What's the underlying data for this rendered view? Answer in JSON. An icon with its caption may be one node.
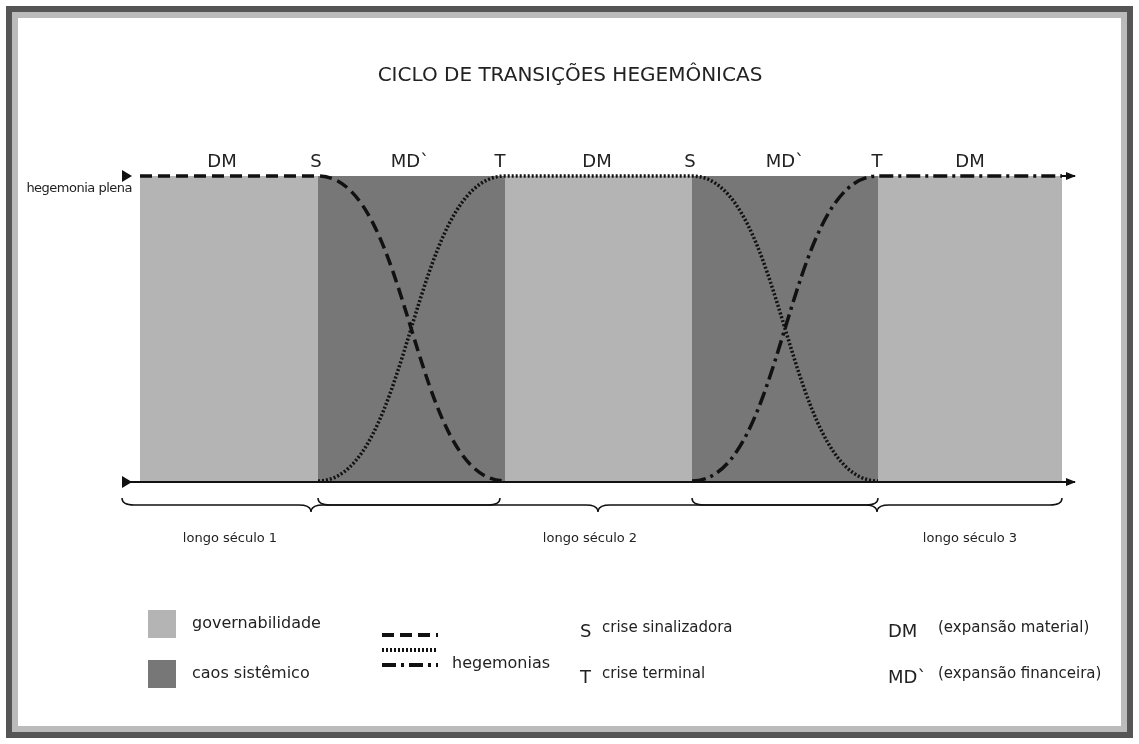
{
  "diagram": {
    "title": "CICLO DE TRANSIÇÕES HEGEMÔNICAS",
    "labels": [
      "DM",
      "S",
      "MD`",
      "T",
      "DM",
      "S",
      "MD`",
      "T",
      "DM",
      "hegemonia plena",
      "longo século 1",
      "longo século 2",
      "longo século 3",
      "S",
      "crise sinalizadora",
      "DM",
      "(expansão material)",
      "T",
      "crise terminal",
      "MD`",
      "(expansão financeira)"
    ],
    "legend": [
      {
        "text": "governabilidade",
        "color": "#b4b4b4"
      },
      {
        "text": "caos sistêmico",
        "color": "#777777"
      },
      {
        "text": "hegemonias"
      }
    ]
  }
}
